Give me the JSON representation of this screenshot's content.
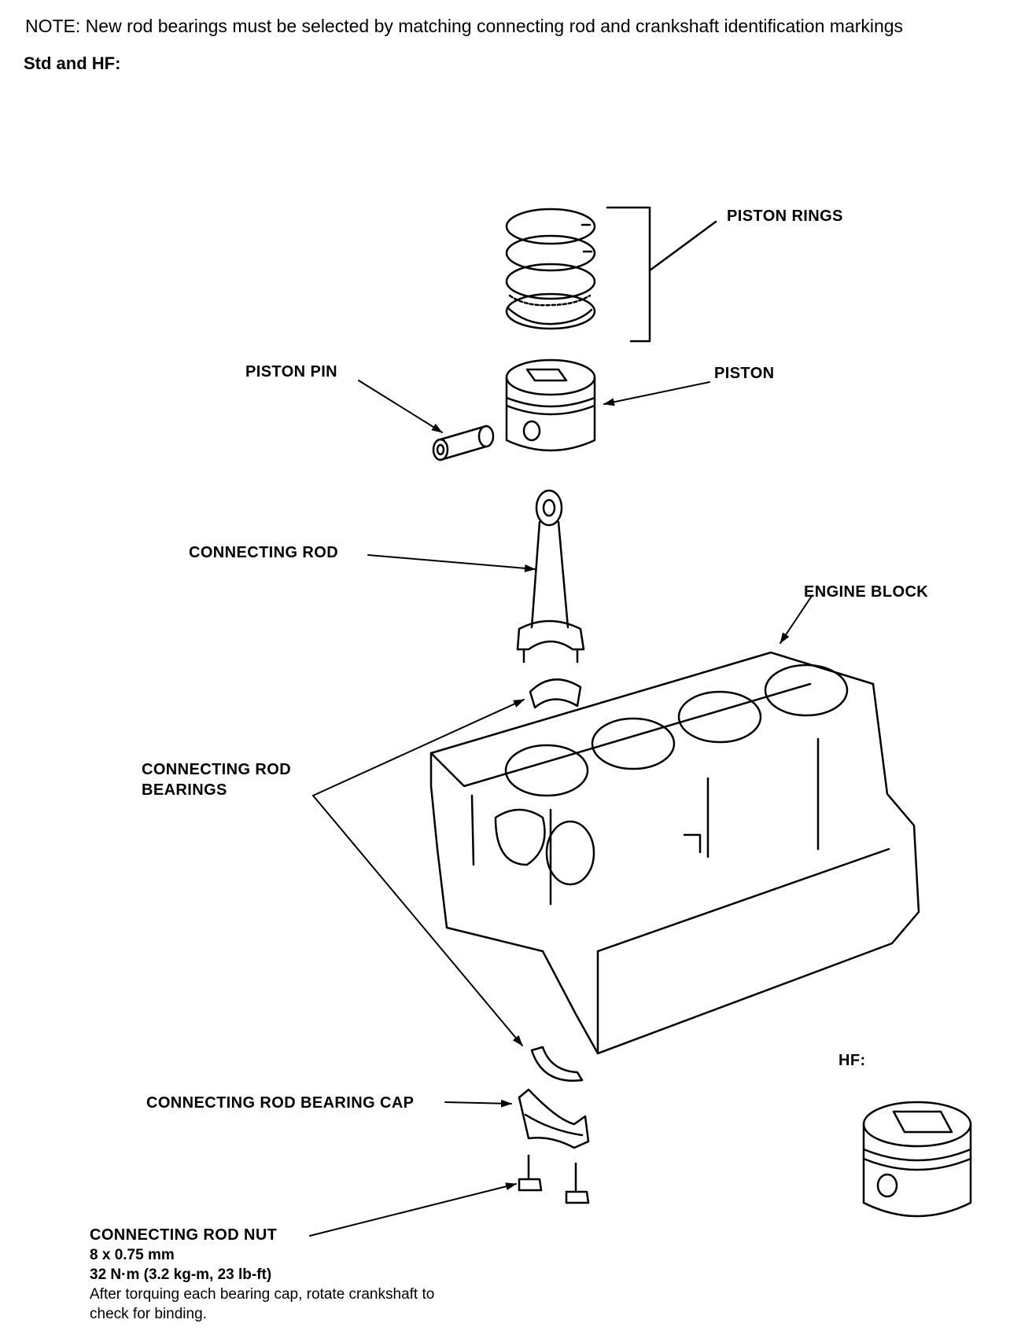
{
  "header": {
    "note": "NOTE: New rod bearings must be selected by  matching connecting rod and crankshaft identification markings",
    "subheading": "Std and HF:"
  },
  "labels": {
    "piston_rings": "PISTON RINGS",
    "piston_pin": "PISTON PIN",
    "piston": "PISTON",
    "connecting_rod": "CONNECTING ROD",
    "engine_block": "ENGINE BLOCK",
    "connecting_rod_bearings_line1": "CONNECTING ROD",
    "connecting_rod_bearings_line2": "BEARINGS",
    "bearing_cap": "CONNECTING ROD BEARING CAP",
    "hf": "HF:",
    "rod_nut": "CONNECTING ROD NUT"
  },
  "spec": {
    "size": "8 x 0.75 mm",
    "torque": "32 N·m (3.2 kg-m, 23 lb-ft)",
    "instruction_line1": "After torquing each bearing cap, rotate crankshaft to",
    "instruction_line2": "check for binding."
  }
}
